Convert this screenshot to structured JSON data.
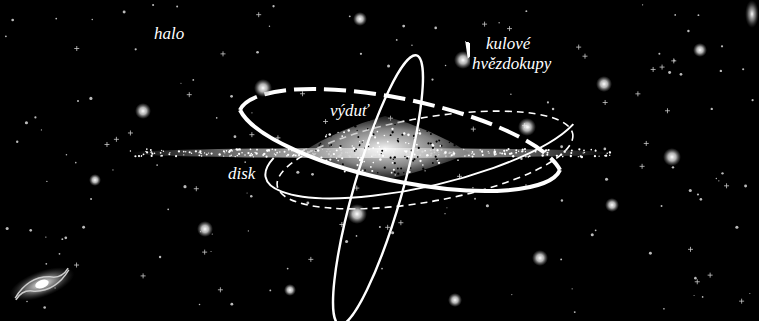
{
  "diagram": {
    "labels": [
      "halo",
      "kulové hvězdokupy",
      "výduť",
      "disk"
    ]
  }
}
